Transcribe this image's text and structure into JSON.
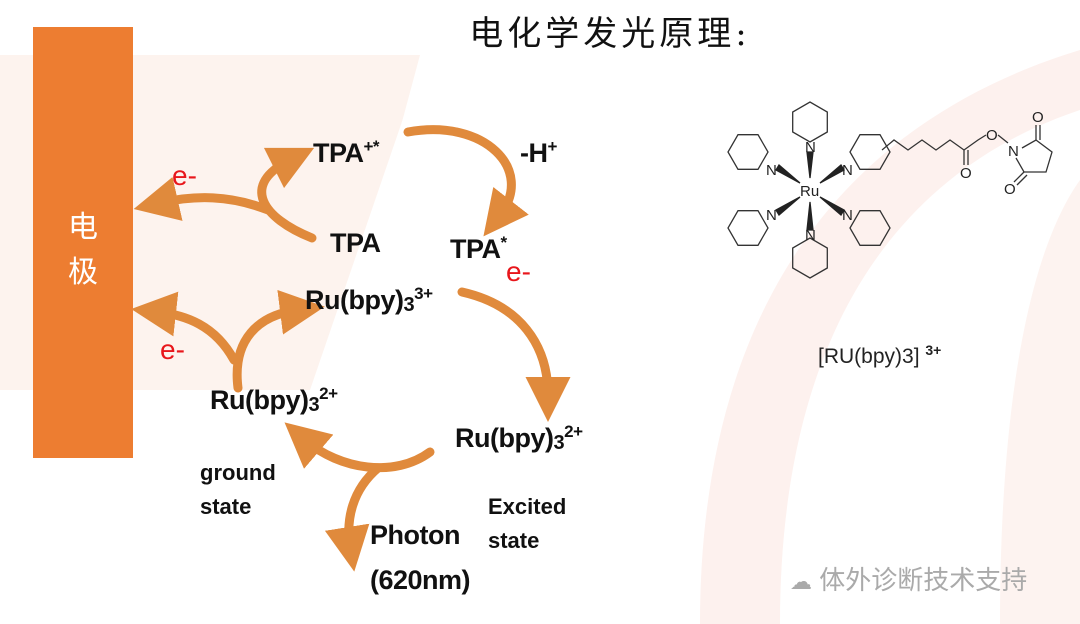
{
  "title": "电化学发光原理:",
  "electrode": {
    "label_1": "电",
    "label_2": "极",
    "color": "#ED7D31"
  },
  "species": {
    "tpa_radical_cation": {
      "base": "TPA",
      "sup": "+*"
    },
    "deprotonation": {
      "base": "-H",
      "sup": "+"
    },
    "tpa": "TPA",
    "tpa_radical": {
      "base": "TPA",
      "sup": "*"
    },
    "ru3": {
      "base": "Ru(bpy)",
      "sub": "3",
      "sup": "3+"
    },
    "ru2_ground": {
      "base": "Ru(bpy)",
      "sub": "3",
      "sup": "2+"
    },
    "ru2_excited": {
      "base": "Ru(bpy)",
      "sub": "3",
      "sup": "2+"
    }
  },
  "electron_label": "e-",
  "ground_state": {
    "line1": "ground",
    "line2": "state"
  },
  "excited_state": {
    "line1": "Excited",
    "line2": "state"
  },
  "photon": {
    "line1": "Photon",
    "line2": "(620nm)"
  },
  "molecule": {
    "caption": "[RU(bpy)3]",
    "caption_charge": "3+",
    "atoms": {
      "ru": "Ru",
      "n": "N",
      "o": "O"
    }
  },
  "watermark": "体外诊断技术支持",
  "colors": {
    "arrow": "#E08A3C",
    "arrow_dark": "#B0601E",
    "electron": "#e8161b"
  }
}
